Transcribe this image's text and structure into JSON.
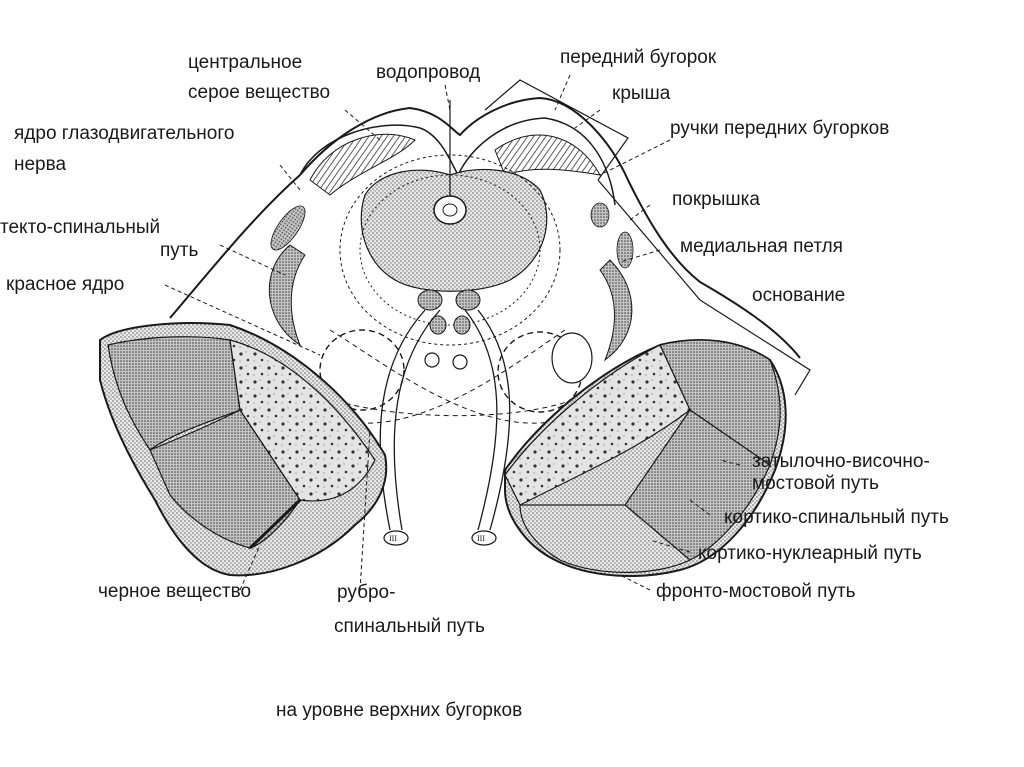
{
  "labels": {
    "central_gray_1": "центральное",
    "central_gray_2": "серое вещество",
    "aqueduct": "водопровод",
    "anterior_colliculus": "передний бугорок",
    "roof": "крыша",
    "oculomotor_nucleus_1": "ядро глазодвигательного",
    "oculomotor_nucleus_2": "нерва",
    "brachia_anterior_colliculi": "ручки передних бугорков",
    "tectospinal_1": "текто-спинальный",
    "tectospinal_2": "путь",
    "tegmentum": "покрышка",
    "medial_lemniscus": "медиальная петля",
    "red_nucleus": "красное ядро",
    "base": "основание",
    "occipitotemporopontine_1": "затылочно-височно-",
    "occipitotemporopontine_2": "мостовой путь",
    "corticospinal": "кортико-спинальный путь",
    "corticonuclear": "кортико-нуклеарный путь",
    "substantia_nigra": "черное вещество",
    "frontopontine": "фронто-мостовой путь",
    "rubrospinal_1": "рубро-",
    "rubrospinal_2": "спинальный путь",
    "nerve_mark_left": "III",
    "nerve_mark_right": "III"
  },
  "caption": "на уровне верхних бугорков",
  "colors": {
    "ink": "#1a1a1a",
    "fill_dark": "#9a9a9a",
    "fill_mid": "#bdbdbd",
    "fill_light": "#dedede",
    "background": "#ffffff"
  }
}
